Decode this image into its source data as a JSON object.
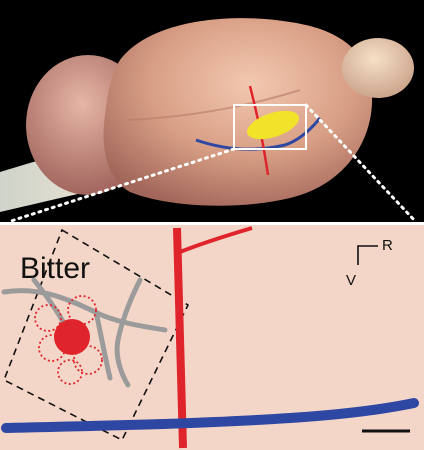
{
  "panel_title": "Bitter",
  "orientation": {
    "rostral": "R",
    "ventral": "V"
  },
  "colors": {
    "background_top": "#000000",
    "tissue_panel": "#f4d6c8",
    "brain_tissue": "#d9a28a",
    "bitter_region": "#f1e22a",
    "red_vessel": "#e0242b",
    "blue_vessel": "#2d47a3",
    "gray_vessel": "#9b9b9b",
    "focal_spot": "#e0242b"
  },
  "icons": [
    "scale-bar",
    "orientation-axes"
  ]
}
